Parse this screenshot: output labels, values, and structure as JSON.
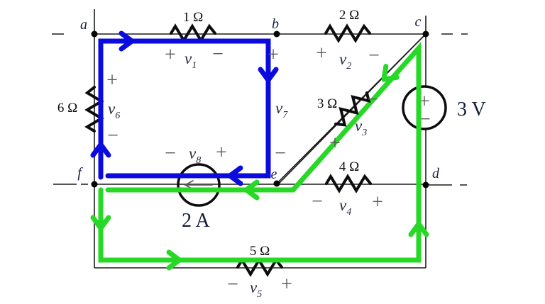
{
  "figure": {
    "kind": "circuit-diagram",
    "description": "KVL loops circuit with 6 resistors, current source, voltage source, two loop paths"
  },
  "glyphs": {
    "plus": "+",
    "minus": "−"
  },
  "nodes": {
    "a": "a",
    "b": "b",
    "c": "c",
    "d": "d",
    "e": "e",
    "f": "f"
  },
  "resistors": {
    "r1": "1 Ω",
    "r2": "2 Ω",
    "r3": "3 Ω",
    "r4": "4 Ω",
    "r5": "5 Ω",
    "r6": "6 Ω"
  },
  "sources": {
    "current": "2 A",
    "voltage": "3 V"
  },
  "voltages": {
    "v1": {
      "base": "v",
      "sub": "1"
    },
    "v2": {
      "base": "v",
      "sub": "2"
    },
    "v3": {
      "base": "v",
      "sub": "3"
    },
    "v4": {
      "base": "v",
      "sub": "4"
    },
    "v5": {
      "base": "v",
      "sub": "5"
    },
    "v6": {
      "base": "v",
      "sub": "6"
    },
    "v7": {
      "base": "v",
      "sub": "7"
    },
    "v8": {
      "base": "v",
      "sub": "8"
    }
  },
  "colors": {
    "loop_blue": "#0b0bdf",
    "loop_green": "#27d827",
    "wire": "#1b1b1b",
    "sign": "#5a5a5a"
  }
}
